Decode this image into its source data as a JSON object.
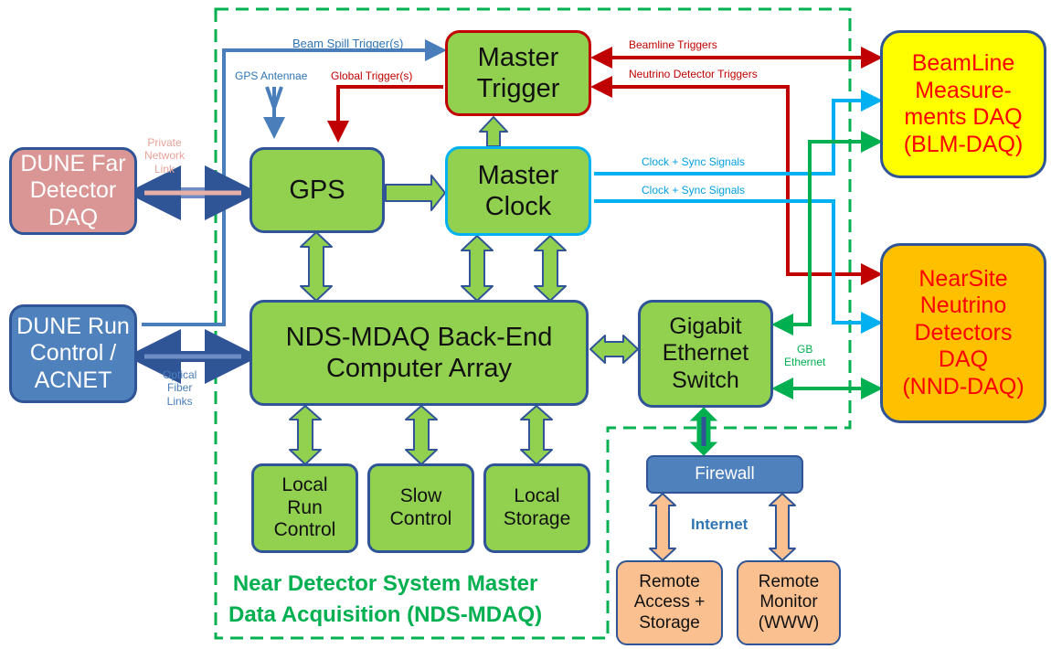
{
  "boxes": {
    "master_trigger": "Master\nTrigger",
    "master_clock": "Master\nClock",
    "gps": "GPS",
    "back_end": "NDS-MDAQ Back-End\nComputer Array",
    "gigabit_switch": "Gigabit\nEthernet\nSwitch",
    "local_run_control": "Local\nRun\nControl",
    "slow_control": "Slow\nControl",
    "local_storage": "Local\nStorage",
    "dune_far_detector": "DUNE Far\nDetector\nDAQ",
    "dune_run_control": "DUNE Run\nControl /\nACNET",
    "beamline_daq": "BeamLine\nMeasure-\nments DAQ\n(BLM-DAQ)",
    "nearsite_daq": "NearSite\nNeutrino\nDetectors\nDAQ\n(NND-DAQ)",
    "firewall": "Firewall",
    "remote_access": "Remote\nAccess +\nStorage",
    "remote_monitor": "Remote\nMonitor\n(WWW)"
  },
  "labels": {
    "beam_spill_trigger": "Beam Spill Trigger(s)",
    "gps_antennae": "GPS Antennae",
    "global_trigger": "Global Trigger(s)",
    "beamline_triggers": "Beamline Triggers",
    "neutrino_detector_triggers": "Neutrino Detector Triggers",
    "clock_sync_1": "Clock + Sync Signals",
    "clock_sync_2": "Clock + Sync Signals",
    "private_network_link": "Private\nNetwork\nLink",
    "optical_fiber_links": "Optical\nFiber\nLinks",
    "gb_ethernet": "GB\nEthernet",
    "internet": "Internet",
    "system_title": "Near Detector System Master\nData Acquisition (NDS-MDAQ)"
  },
  "colors": {
    "box_green": "#92d050",
    "box_border_blue": "#2f5597",
    "dashed_boundary": "#00b050",
    "trigger_red": "#c00000",
    "clock_cyan": "#00b0f0",
    "link_blue": "#4a7ebb",
    "ethernet_green": "#00b050",
    "far_detector_pink": "#d99694",
    "run_control_blue": "#4f81bd",
    "beamline_yellow": "#ffff00",
    "nearsite_orange": "#ffc000",
    "remote_peach": "#fac090",
    "label_red_text": "#ff0000"
  }
}
